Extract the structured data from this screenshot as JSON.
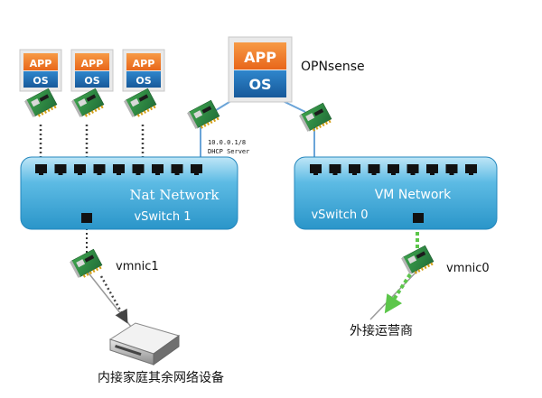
{
  "app_tiles": [
    {
      "app": "APP",
      "os": "OS"
    },
    {
      "app": "APP",
      "os": "OS"
    },
    {
      "app": "APP",
      "os": "OS"
    }
  ],
  "firewall": {
    "app": "APP",
    "os": "OS",
    "name": "OPNsense"
  },
  "nat_switch": {
    "title": "Nat Network",
    "subtitle": "vSwitch 1"
  },
  "vm_switch": {
    "title": "VM Network",
    "subtitle": "vSwitch 0"
  },
  "dhcp": {
    "line1": "10.0.0.1/8",
    "line2": "DHCP Server"
  },
  "uplinks": {
    "nat": "vmnic1",
    "vm": "vmnic0"
  },
  "destinations": {
    "home": "内接家庭其余网络设备",
    "isp": "外接运营商"
  },
  "colors": {
    "switch_fill": "#3aa8d8",
    "switch_light": "#a6dcf3",
    "app_orange": "#f07a24",
    "os_blue": "#1e6fb5",
    "link_green": "#5cc64a",
    "nic_green": "#2f8a3e"
  }
}
